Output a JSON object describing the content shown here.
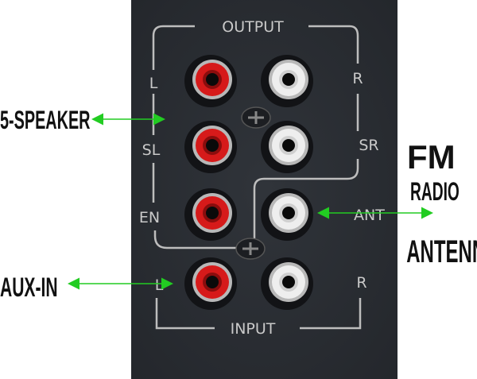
{
  "panel": {
    "output_label": "OUTPUT",
    "input_label": "INPUT",
    "channel_labels": {
      "out_l": "L",
      "out_r": "R",
      "sl": "SL",
      "sr": "SR",
      "en": "EN",
      "ant": "ANT",
      "in_l": "L",
      "in_r": "R"
    }
  },
  "annotations": {
    "speaker": "5-SPEAKER",
    "aux": "AUX-IN",
    "fm": "FM",
    "radio": "RADIO",
    "antenna": "ANTENNA"
  },
  "colors": {
    "panel": "#2a2d33",
    "arrow": "#22cc22",
    "red_jack": "#d61a1a",
    "white_jack": "#eeeeee"
  }
}
